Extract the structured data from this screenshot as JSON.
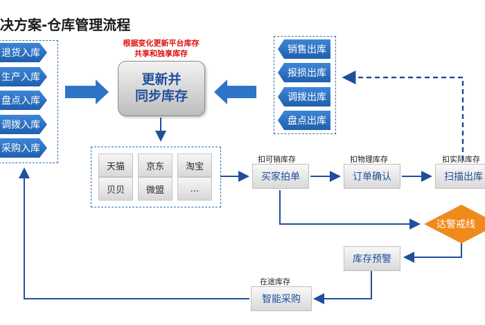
{
  "title": "决方案-仓库管理流程",
  "inbound": [
    "退货入库",
    "生产入库",
    "盘点入库",
    "调拨入库",
    "采购入库"
  ],
  "outbound": [
    "销售出库",
    "报损出库",
    "调拨出库",
    "盘点出库"
  ],
  "center": {
    "line1": "更新并",
    "line2": "同步库存"
  },
  "note": {
    "line1": "根据变化更新平台库存",
    "line2": "共享和独享库存"
  },
  "platforms": [
    "天猫",
    "京东",
    "淘宝",
    "贝贝",
    "微盟",
    "…"
  ],
  "flow": {
    "step1": {
      "label": "扣可销库存",
      "box": "买家拍单"
    },
    "step2": {
      "label": "扣物理库存",
      "box": "订单确认"
    },
    "step3": {
      "label": "扣实际库存",
      "box": "扫描出库"
    },
    "alert": "达警戒线",
    "warning": "库存预警",
    "purchase": {
      "label": "在途库存",
      "box": "智能采购"
    }
  },
  "colors": {
    "primary_blue": "#2e75c8",
    "arrow_blue": "#1f5fae",
    "alert_orange": "#f08a1c",
    "note_red": "#e01010"
  }
}
